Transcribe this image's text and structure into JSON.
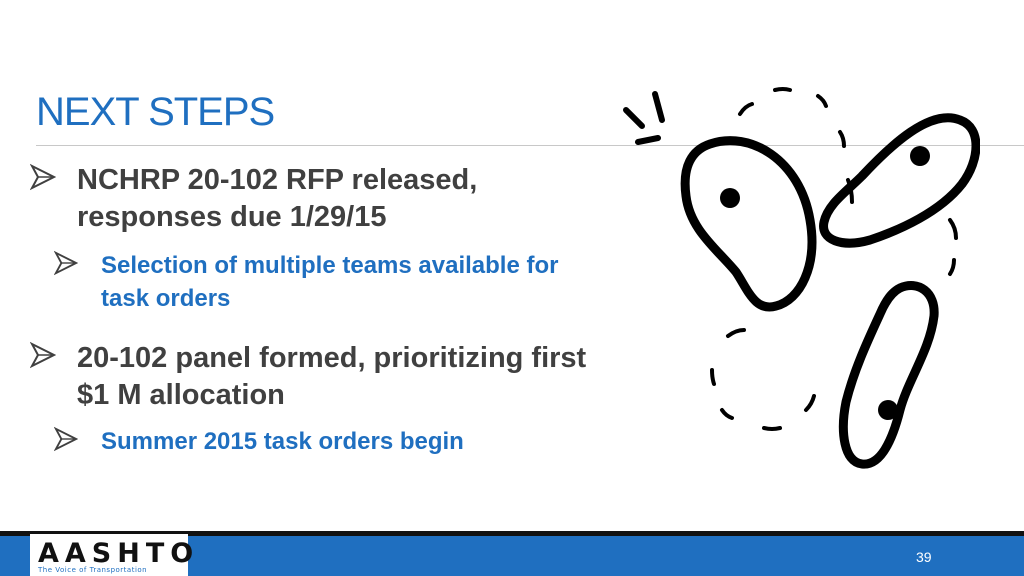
{
  "slide": {
    "title": "NEXT STEPS",
    "bullets": [
      {
        "text": "NCHRP 20-102 RFP released,\nresponses due 1/29/15"
      },
      {
        "text": "Selection of multiple teams available for\ntask orders"
      },
      {
        "text": "20-102 panel formed, prioritizing first\n$1 M allocation"
      },
      {
        "text": "Summer 2015 task orders begin"
      }
    ],
    "bullet_icon": "arrow-bullet-icon",
    "illustration_icon": "footprints-icon"
  },
  "footer": {
    "logo_text": "AASHTO",
    "logo_tagline": "The Voice of Transportation",
    "page_number": "39"
  },
  "colors": {
    "accent": "#1f6fc0",
    "body_text": "#404040",
    "footer_bar": "#1f6fc0"
  }
}
